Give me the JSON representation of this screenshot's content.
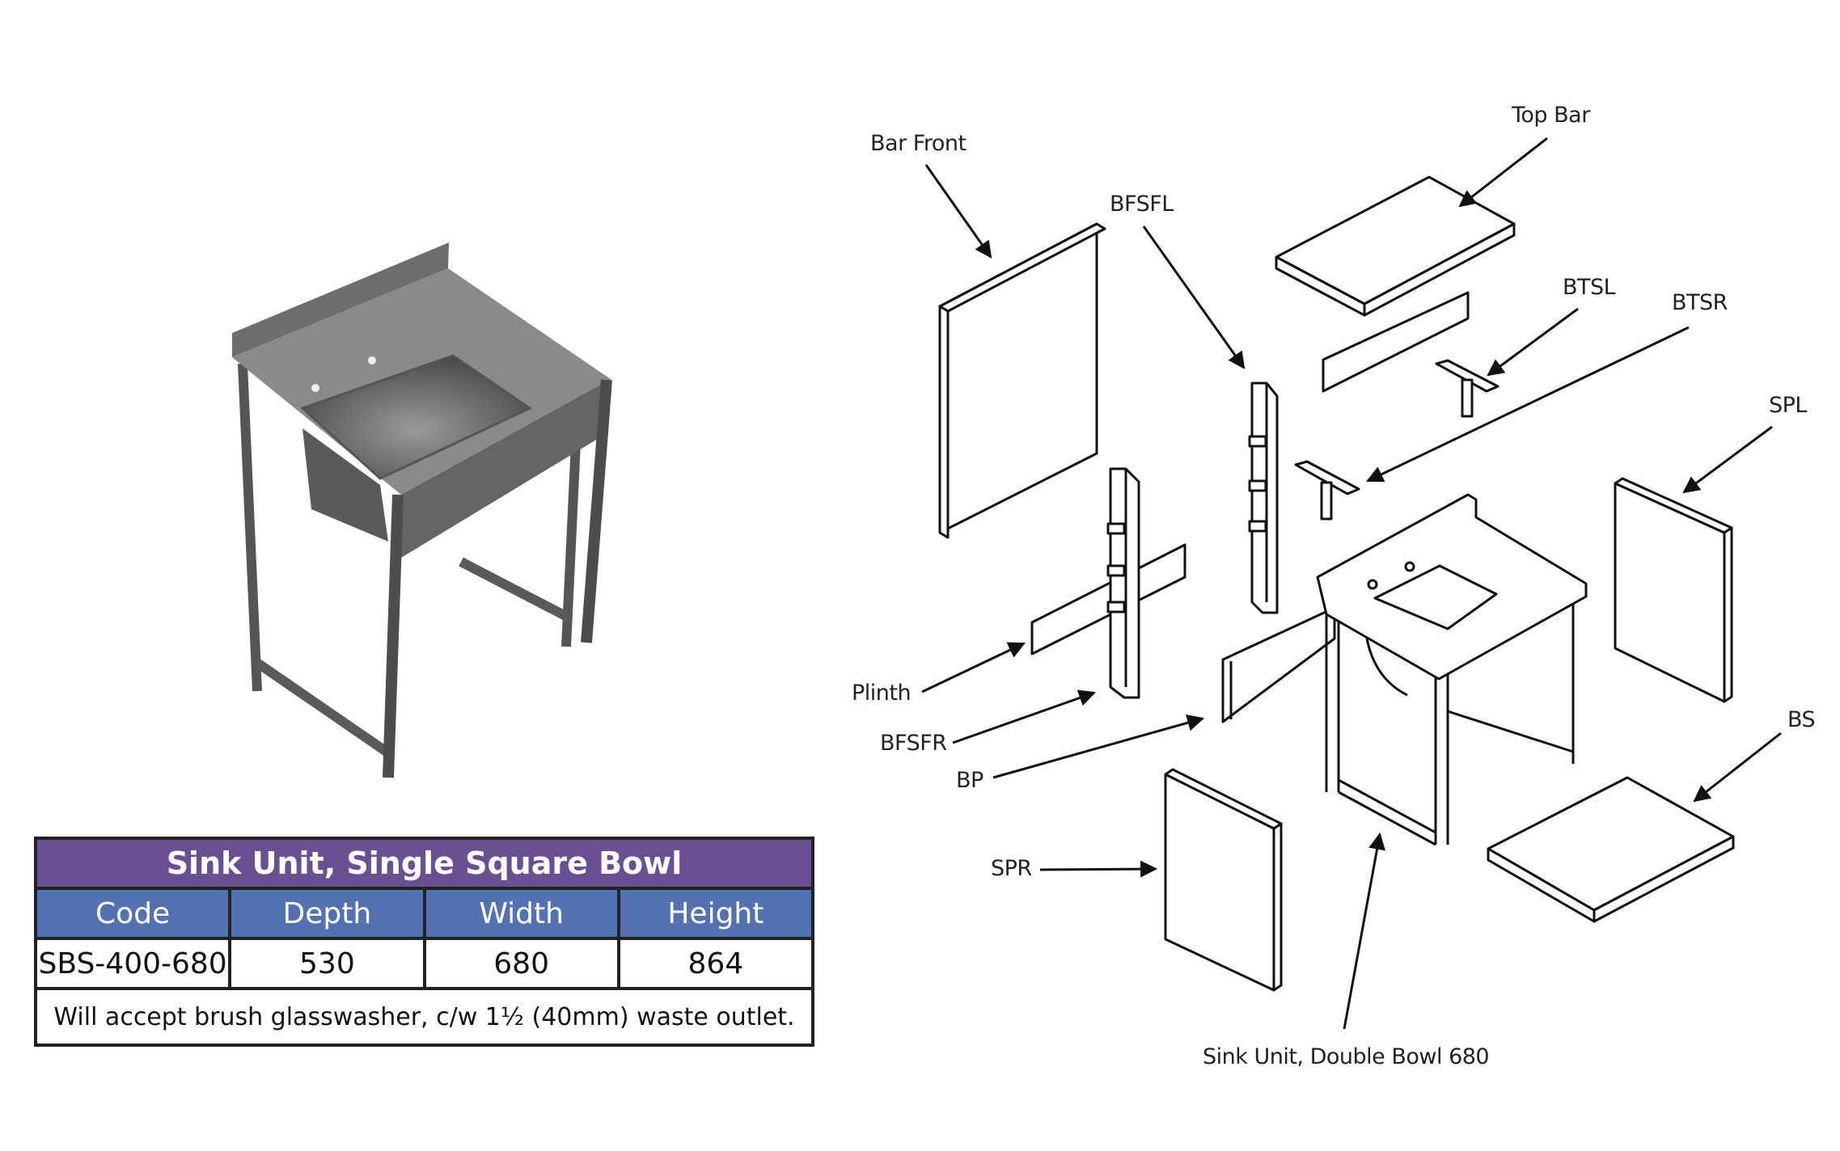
{
  "table": {
    "title": "Sink Unit, Single Square Bowl",
    "headers": [
      "Code",
      "Depth",
      "Width",
      "Height"
    ],
    "row": {
      "code": "SBS-400-680",
      "depth": "530",
      "width": "680",
      "height": "864"
    },
    "note": "Will accept brush glasswasher, c/w 1½ (40mm) waste outlet."
  },
  "diagram": {
    "labels": {
      "bar_front": "Bar Front",
      "top_bar": "Top Bar",
      "bfsfl": "BFSFL",
      "btsl": "BTSL",
      "btsr": "BTSR",
      "spl": "SPL",
      "bs": "BS",
      "plinth": "Plinth",
      "bfsfr": "BFSFR",
      "bp": "BP",
      "spr": "SPR",
      "sink_unit": "Sink Unit, Double Bowl 680"
    }
  },
  "colors": {
    "title_bg": "#6a4f93",
    "header_bg": "#5472b2"
  }
}
